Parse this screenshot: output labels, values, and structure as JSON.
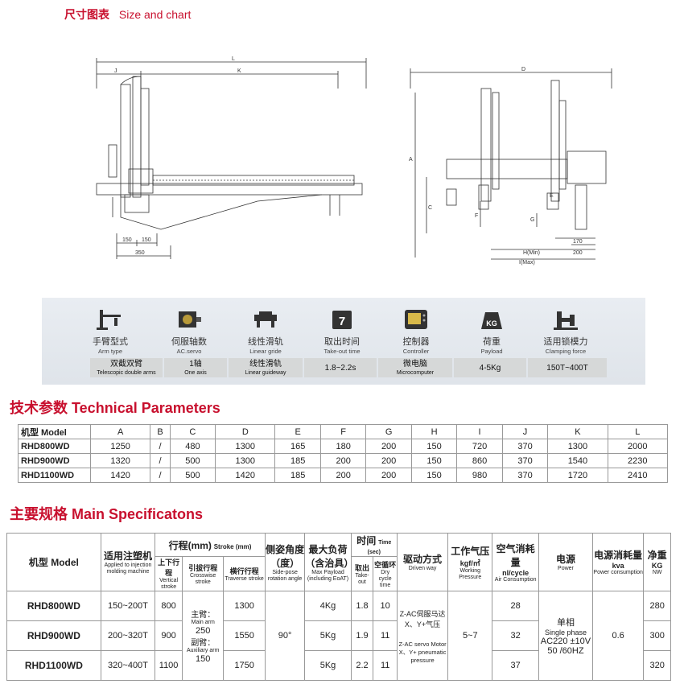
{
  "header": {
    "cn": "尺寸图表",
    "en": "Size and chart"
  },
  "drawing": {
    "labels_left": {
      "L": "L",
      "K": "K",
      "J": "J",
      "d150a": "150",
      "d150b": "150",
      "d350": "350"
    },
    "labels_right": {
      "D": "D",
      "A": "A",
      "C": "C",
      "F": "F",
      "G": "G",
      "E": "E",
      "H": "H(Min)",
      "I": "I(Max)",
      "d170": "170",
      "d200": "200"
    }
  },
  "specs": [
    {
      "cn": "手臂型式",
      "en": "Arm type",
      "val": "双截双臂",
      "val_en": "Telescopic double arms",
      "icon": "arm-icon"
    },
    {
      "cn": "伺服轴数",
      "en": "AC.servo",
      "val": "1轴",
      "val_en": "One axis",
      "icon": "servo-motor-icon"
    },
    {
      "cn": "线性滑轨",
      "en": "Linear gride",
      "val": "线性滑轨",
      "val_en": "Linear guideway",
      "icon": "linear-guide-icon"
    },
    {
      "cn": "取出时间",
      "en": "Take-out time",
      "val": "1.8~2.2s",
      "val_en": "",
      "icon": "calendar-icon",
      "icon_num": "7"
    },
    {
      "cn": "控制器",
      "en": "Controller",
      "val": "微电脑",
      "val_en": "Microcomputer",
      "icon": "controller-icon"
    },
    {
      "cn": "荷重",
      "en": "Payload",
      "val": "4-5Kg",
      "val_en": "",
      "icon": "weight-icon",
      "icon_text": "KG"
    },
    {
      "cn": "适用锁模力",
      "en": "Clamping force",
      "val": "150T~400T",
      "val_en": "",
      "icon": "clamp-icon"
    }
  ],
  "tech": {
    "title_cn": "技术参数",
    "title_en": "Technical Parameters",
    "model_header": "机型 Model",
    "columns": [
      "A",
      "B",
      "C",
      "D",
      "E",
      "F",
      "G",
      "H",
      "I",
      "J",
      "K",
      "L"
    ],
    "rows": [
      {
        "model": "RHD800WD",
        "vals": [
          "1250",
          "/",
          "480",
          "1300",
          "165",
          "180",
          "200",
          "150",
          "720",
          "370",
          "1300",
          "2000"
        ]
      },
      {
        "model": "RHD900WD",
        "vals": [
          "1320",
          "/",
          "500",
          "1300",
          "185",
          "200",
          "200",
          "150",
          "860",
          "370",
          "1540",
          "2230"
        ]
      },
      {
        "model": "RHD1100WD",
        "vals": [
          "1420",
          "/",
          "500",
          "1420",
          "185",
          "200",
          "200",
          "150",
          "980",
          "370",
          "1720",
          "2410"
        ]
      }
    ]
  },
  "main": {
    "title_cn": "主要规格",
    "title_en": "Main Specificatons",
    "h": {
      "model": "机型 Model",
      "imm_cn": "适用注塑机",
      "imm_en": "Applied to injection molding machine",
      "stroke_cn": "行程(mm)",
      "stroke_en": "Stroke (mm)",
      "vert_cn": "上下行程",
      "vert_en": "Vertical stroke",
      "cross_cn": "引拔行程",
      "cross_en": "Crosswise stroke",
      "trav_cn": "横行行程",
      "trav_en": "Traverse stroke",
      "angle_cn": "侧姿角度（度）",
      "angle_en": "Side-pose rotation angle",
      "load_cn": "最大负荷（含治具）",
      "load_en": "Max Payload (including EoAT)",
      "time_cn": "时间",
      "time_en": "Time (sec)",
      "takeout_cn": "取出",
      "takeout_en": "Take-out",
      "dry_cn": "空循环",
      "dry_en": "Dry cycle time",
      "drive_cn": "驱动方式",
      "drive_en": "Driven way",
      "press_cn": "工作气压",
      "press_unit": "kgf/㎡",
      "press_en": "Working Pressure",
      "air_cn": "空气消耗量",
      "air_unit": "nl/cycle",
      "air_en": "Air Consumption",
      "power_cn": "电源",
      "power_en": "Power",
      "pc_cn": "电源消耗量",
      "pc_unit": "kva",
      "pc_en": "Power consumption",
      "nw_cn": "净重",
      "nw_unit": "KG",
      "nw_en": "NW"
    },
    "rows": [
      {
        "model": "RHD800WD",
        "imm": "150~200T",
        "vert": "800",
        "trav": "1300",
        "load": "4Kg",
        "takeout": "1.8",
        "dry": "10",
        "air": "28",
        "nw": "280"
      },
      {
        "model": "RHD900WD",
        "imm": "200~320T",
        "vert": "900",
        "trav": "1550",
        "load": "5Kg",
        "takeout": "1.9",
        "dry": "11",
        "air": "32",
        "nw": "300"
      },
      {
        "model": "RHD1100WD",
        "imm": "320~400T",
        "vert": "1100",
        "trav": "1750",
        "load": "5Kg",
        "takeout": "2.2",
        "dry": "11",
        "air": "37",
        "nw": "320"
      }
    ],
    "cross": {
      "main_cn": "主臂：",
      "main_en": "Main arm",
      "main_val": "250",
      "aux_cn": "副臂：",
      "aux_en": "Auxiliary arm",
      "aux_val": "150"
    },
    "angle": "90°",
    "drive": {
      "cn": "Z-AC伺服马达 X、Y+气压",
      "en": "Z-AC servo Motor X、Y+ pneumatic pressure"
    },
    "pressure": "5~7",
    "power": {
      "cn": "单相",
      "en": "Single phase",
      "v": "AC220 ±10V 50 /60HZ"
    },
    "pc": "0.6"
  }
}
